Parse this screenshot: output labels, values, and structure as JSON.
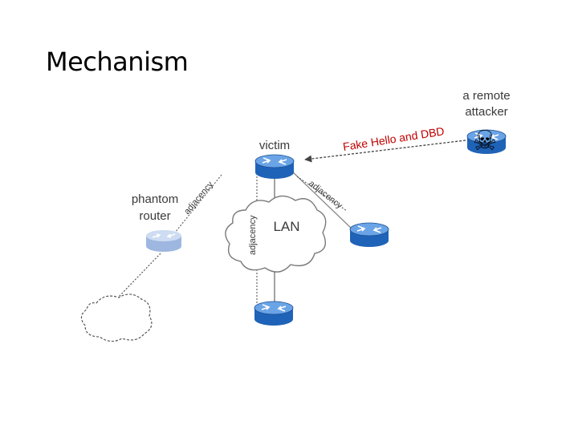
{
  "slide": {
    "title": "Mechanism"
  },
  "diagram": {
    "nodes": {
      "victim": "victim",
      "phantom_line1": "phantom",
      "phantom_line2": "router",
      "attacker_line1": "a remote",
      "attacker_line2": "attacker",
      "lan": "LAN"
    },
    "edge_labels": {
      "phantom_adjacency": "adjacency",
      "right_adjacency": "adjacency",
      "vertical_adjacency": "adjacency",
      "attack": "Fake Hello and DBD"
    },
    "colors": {
      "router_top": "#6aa4e6",
      "router_body": "#1f63b8",
      "phantom_router": "#b4c8e8",
      "attack_text": "#c00000",
      "attacker_icon": "skull-crossbones-icon"
    }
  }
}
